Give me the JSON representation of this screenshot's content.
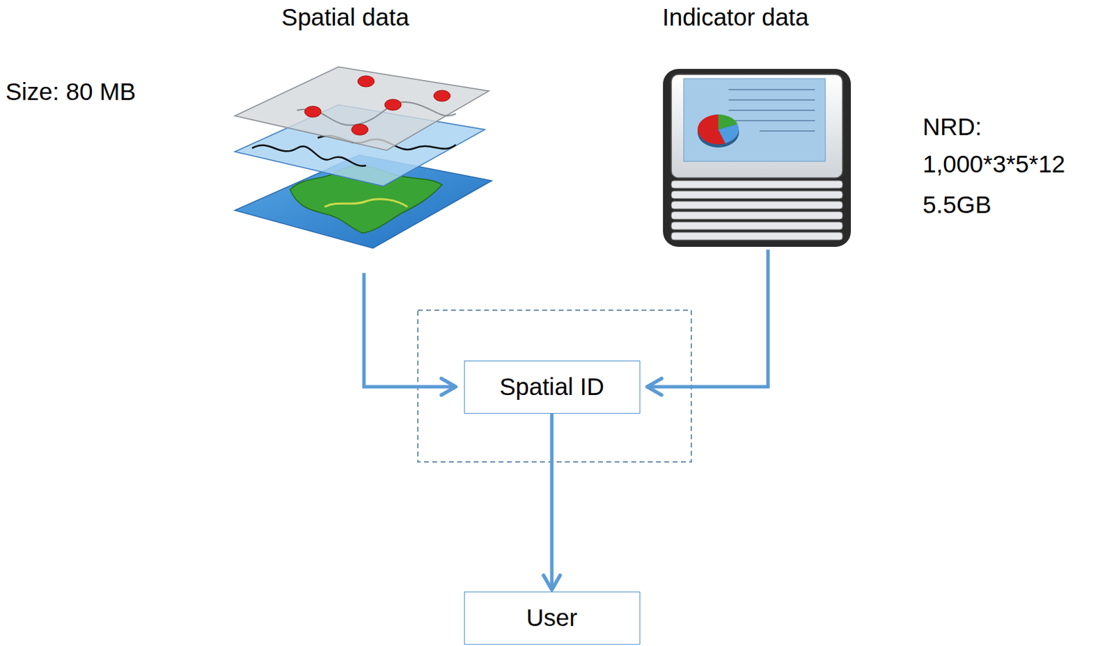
{
  "diagram": {
    "nodes": [
      {
        "text": [
          "Spatial ID"
        ]
      },
      {
        "text": [
          "User"
        ]
      }
    ],
    "edges": [
      {
        "from": 0,
        "to": 1,
        "arrow": "to"
      }
    ],
    "labels": [
      "Spatial data",
      "Indicator data",
      "Size: 80 MB",
      "NRD:",
      "1,000*3*5*12",
      "5.5GB"
    ]
  }
}
